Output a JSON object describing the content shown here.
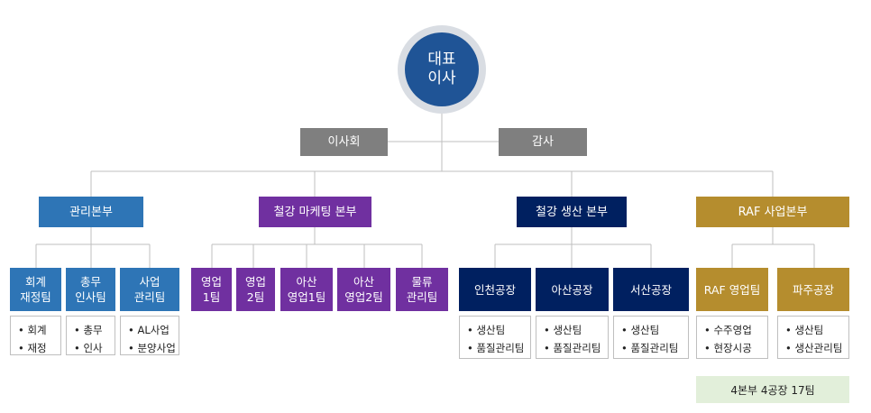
{
  "ceo": "대표\n이사",
  "board": "이사회",
  "audit": "감사",
  "divisions": [
    "관리본부",
    "철강 마케팅 본부",
    "철강 생산 본부",
    "RAF 사업본부"
  ],
  "management": {
    "teams": [
      "회계\n재정팀",
      "총무\n인사팀",
      "사업\n관리팀"
    ],
    "lists": [
      [
        "회계",
        "재정"
      ],
      [
        "총무",
        "인사"
      ],
      [
        "AL사업",
        "분양사업"
      ]
    ]
  },
  "marketing": {
    "teams": [
      "영업\n1팀",
      "영업\n2팀",
      "아산\n영업1팀",
      "아산\n영업2팀",
      "물류\n관리팀"
    ]
  },
  "production": {
    "teams": [
      "인천공장",
      "아산공장",
      "서산공장"
    ],
    "lists": [
      [
        "생산팀",
        "품질관리팀"
      ],
      [
        "생산팀",
        "품질관리팀"
      ],
      [
        "생산팀",
        "품질관리팀"
      ]
    ]
  },
  "raf": {
    "teams": [
      "RAF 영업팀",
      "파주공장"
    ],
    "lists": [
      [
        "수주영업",
        "현장시공"
      ],
      [
        "생산팀",
        "생산관리팀"
      ]
    ]
  },
  "summary": "4본부 4공장 17팀",
  "colors": {
    "ceo": "#1f5496",
    "management": "#2e75b6",
    "marketing": "#7030a0",
    "production": "#002060",
    "raf": "#b58d2e",
    "board": "#7f7f7f",
    "summary_bg": "#e2efda"
  }
}
